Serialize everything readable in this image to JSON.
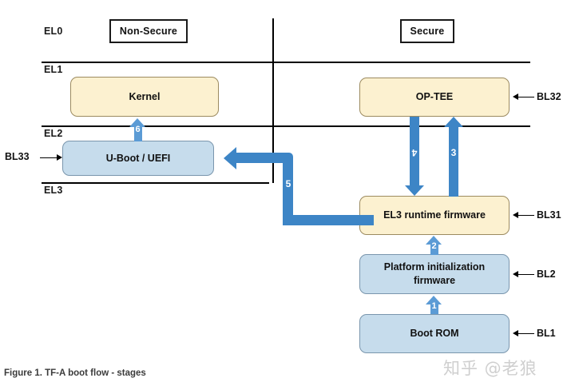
{
  "figure": {
    "caption": "Figure 1.  TF-A boot flow - stages",
    "watermark": "知乎 @老狼"
  },
  "worlds": [
    {
      "id": "non-secure",
      "label": "Non-Secure"
    },
    {
      "id": "secure",
      "label": "Secure"
    }
  ],
  "exception_levels": [
    {
      "id": "el0",
      "label": "EL0"
    },
    {
      "id": "el1",
      "label": "EL1"
    },
    {
      "id": "el2",
      "label": "EL2"
    },
    {
      "id": "el3",
      "label": "EL3"
    }
  ],
  "nodes": [
    {
      "id": "kernel",
      "label": "Kernel",
      "fill": "#fcf1d0",
      "world": "non-secure",
      "el": "EL1"
    },
    {
      "id": "uboot",
      "label": "U-Boot / UEFI",
      "fill": "#c6dcec",
      "world": "non-secure",
      "el": "EL2"
    },
    {
      "id": "optee",
      "label": "OP-TEE",
      "fill": "#fcf1d0",
      "world": "secure",
      "el": "EL1"
    },
    {
      "id": "el3rt",
      "label": "EL3 runtime firmware",
      "fill": "#fcf1d0",
      "world": "secure",
      "el": "EL3"
    },
    {
      "id": "platinit",
      "label": "Platform initialization firmware",
      "fill": "#c6dcec",
      "world": "secure",
      "el": "EL3"
    },
    {
      "id": "bootrom",
      "label": "Boot ROM",
      "fill": "#c6dcec",
      "world": "secure",
      "el": "EL3"
    }
  ],
  "bl_labels": [
    {
      "id": "bl33",
      "label": "BL33",
      "target": "uboot",
      "side": "left"
    },
    {
      "id": "bl32",
      "label": "BL32",
      "target": "optee",
      "side": "right"
    },
    {
      "id": "bl31",
      "label": "BL31",
      "target": "el3rt",
      "side": "right"
    },
    {
      "id": "bl2",
      "label": "BL2",
      "target": "platinit",
      "side": "right"
    },
    {
      "id": "bl1",
      "label": "BL1",
      "target": "bootrom",
      "side": "right"
    }
  ],
  "steps": [
    {
      "id": "step-1",
      "number": "1",
      "from": "bootrom",
      "to": "platinit",
      "direction": "up",
      "color": "#5b9bd5"
    },
    {
      "id": "step-2",
      "number": "2",
      "from": "platinit",
      "to": "el3rt",
      "direction": "up",
      "color": "#5b9bd5"
    },
    {
      "id": "step-3",
      "number": "3",
      "from": "el3rt",
      "to": "optee",
      "direction": "up",
      "color": "#3d85c6"
    },
    {
      "id": "step-4",
      "number": "4",
      "from": "optee",
      "to": "el3rt",
      "direction": "down",
      "color": "#3d85c6"
    },
    {
      "id": "step-5",
      "number": "5",
      "from": "el3rt",
      "to": "uboot",
      "direction": "elbow-left",
      "color": "#3d85c6"
    },
    {
      "id": "step-6",
      "number": "6",
      "from": "uboot",
      "to": "kernel",
      "direction": "up",
      "color": "#5b9bd5"
    }
  ],
  "colors": {
    "cream_fill": "#fcf1d0",
    "blue_fill": "#c6dcec",
    "arrow_strong": "#3d85c6",
    "arrow_light": "#5b9bd5",
    "rule": "#000000"
  }
}
